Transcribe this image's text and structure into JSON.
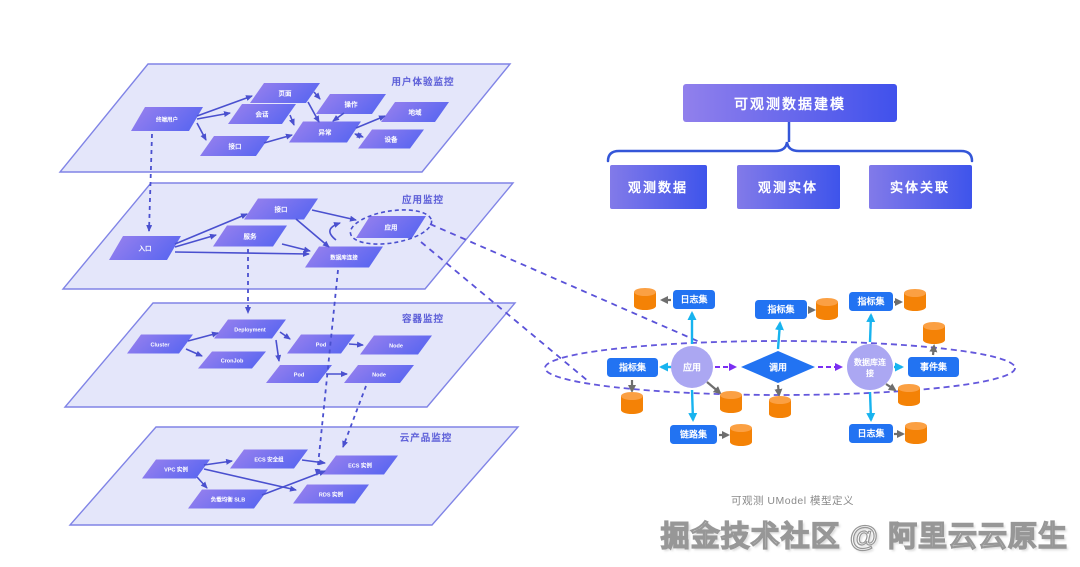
{
  "header": {
    "root": "可观测数据建模",
    "children": [
      "观测数据",
      "观测实体",
      "实体关联"
    ]
  },
  "layers": [
    {
      "title": "用户体验监控",
      "nodes": [
        "终端用户",
        "页面",
        "会话",
        "接口",
        "操作",
        "异常",
        "地域",
        "设备"
      ]
    },
    {
      "title": "应用监控",
      "nodes": [
        "入口",
        "接口",
        "服务",
        "数据库连接",
        "应用"
      ]
    },
    {
      "title": "容器监控",
      "nodes": [
        "Cluster",
        "Deployment",
        "CronJob",
        "Pod",
        "Node",
        "Pod",
        "Node"
      ]
    },
    {
      "title": "云产品监控",
      "nodes": [
        "VPC 实例",
        "ECS 安全组",
        "ECS 实例",
        "负载均衡 SLB",
        "RDS 实例"
      ]
    }
  ],
  "umodel": {
    "caption": "可观测 UModel 模型定义",
    "entities": {
      "app": "应用",
      "call": "调用",
      "db_conn_line1": "数据库连",
      "db_conn_line2": "接"
    },
    "datasets": {
      "log_app": "日志集",
      "metric_app": "指标集",
      "trace_app": "链路集",
      "metric_call": "指标集",
      "metric_db": "指标集",
      "event_db": "事件集",
      "log_db": "日志集"
    }
  },
  "watermark": "掘金技术社区 @ 阿里云云原生",
  "colors": {
    "entity_box_blue": "#2273f2",
    "entity_circle_purple": "#aba7f2",
    "dataset_arrow_cyan": "#17b3ef",
    "storage_arrow_gray": "#6e6e6e",
    "relation_arrow_purple": "#7b2ff2",
    "cylinder_orange": "#f48206",
    "node_gradient_start": "#9b82ee",
    "node_gradient_end": "#5e68f0",
    "plane_stroke": "#8084e6",
    "header_gradient_start": "#9180ec",
    "header_gradient_end": "#4051ec"
  }
}
